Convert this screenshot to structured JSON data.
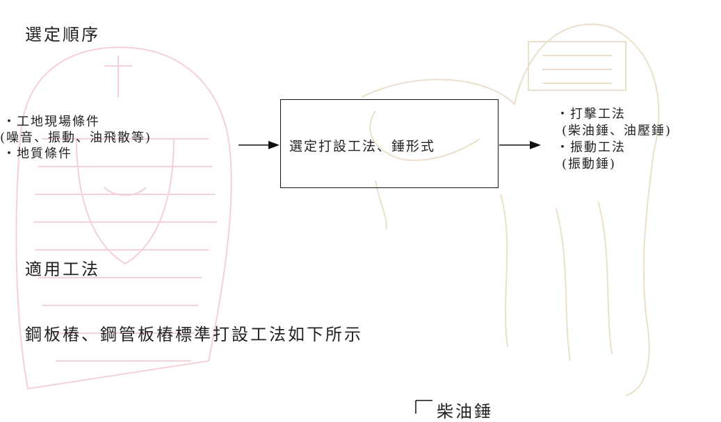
{
  "heading_selection_order": "選定順序",
  "conditions": {
    "item1": "・工地現場條件",
    "item1_detail": "(噪音、振動、油飛散等)",
    "item2": "・地質條件"
  },
  "process_box_label": "選定打設工法、錘形式",
  "results": {
    "item1": "・打擊工法",
    "item1_detail": "(柴油錘、油壓錘)",
    "item2": "・振動工法",
    "item2_detail": "(振動錘)"
  },
  "heading_applicable_methods": "適用工法",
  "body_text": "鋼板樁、鋼管板樁標準打設工法如下所示",
  "partial_label": "柴油錘",
  "colors": {
    "watermark_pink": "#f2c9d0",
    "watermark_tan": "#e8dcc6",
    "ink": "#222222"
  }
}
